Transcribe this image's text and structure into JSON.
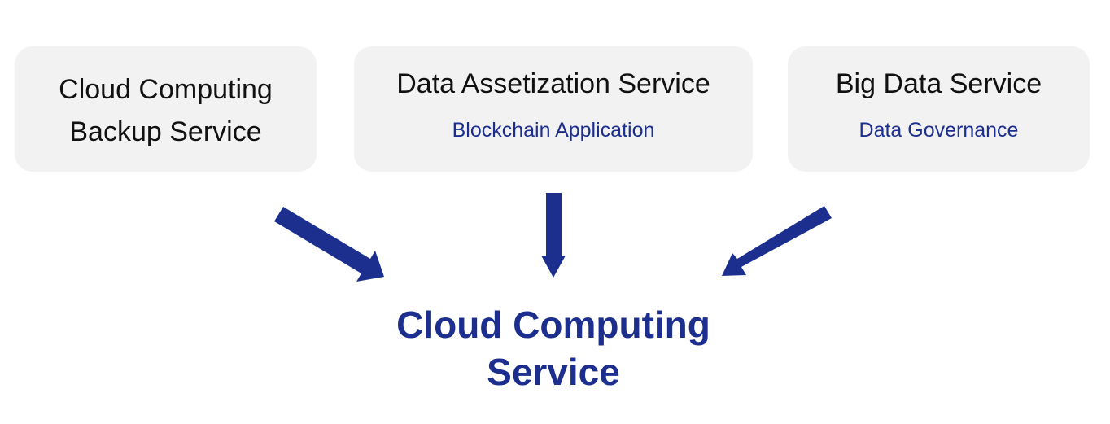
{
  "colors": {
    "accent": "#1c2f8f",
    "box_background": "#f2f2f2",
    "text": "#111111"
  },
  "sources": [
    {
      "title_line1": "Cloud Computing",
      "title_line2": "Backup Service"
    },
    {
      "title": "Data Assetization Service",
      "subtitle": "Blockchain Application"
    },
    {
      "title": "Big Data Service",
      "subtitle": "Data Governance"
    }
  ],
  "target": {
    "line1": "Cloud Computing",
    "line2": "Service"
  }
}
